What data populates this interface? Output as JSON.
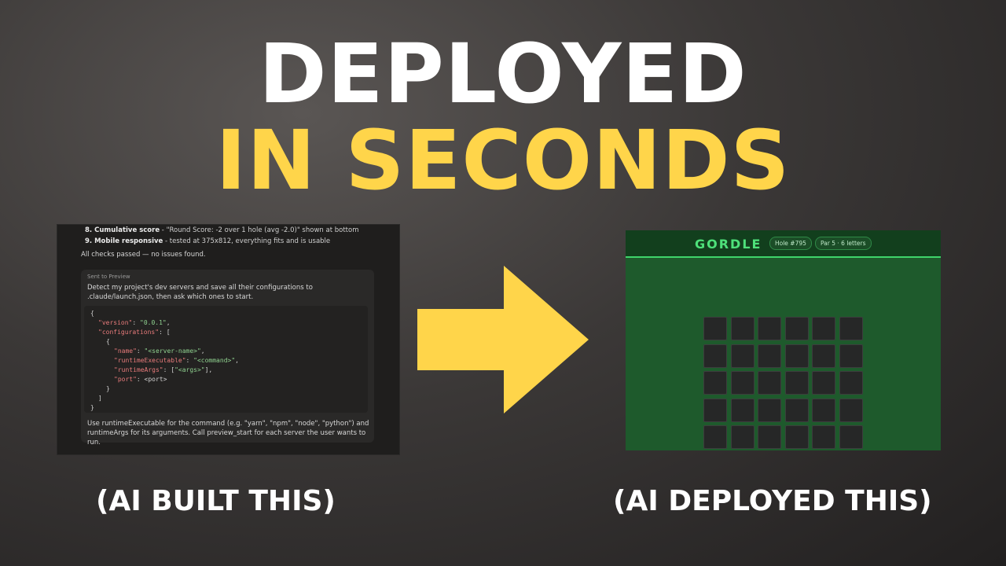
{
  "headline": {
    "line1": "DEPLOYED",
    "line2": "IN SECONDS"
  },
  "colors": {
    "accent_yellow": "#ffd54a",
    "game_green": "#1e5a2c",
    "game_title_green": "#4ee07a"
  },
  "code_panel": {
    "item8_label": "8. Cumulative score",
    "item8_text": " - \"Round Score: -2 over 1 hole (avg -2.0)\" shown at bottom",
    "item9_label": "9. Mobile responsive",
    "item9_text": " - tested at 375x812, everything fits and is usable",
    "checks_summary": "All checks passed — no issues found.",
    "sent_label": "Sent to Preview",
    "sent_text": "Detect my project's dev servers and save all their configurations to .claude/launch.json, then ask which ones to start.",
    "json": {
      "open_brace": "{",
      "version_key": "\"version\"",
      "version_value": "\"0.0.1\"",
      "configurations_key": "\"configurations\"",
      "array_open": "[",
      "obj_open": "{",
      "name_key": "\"name\"",
      "name_value": "\"<server-name>\"",
      "runtime_exec_key": "\"runtimeExecutable\"",
      "runtime_exec_value": "\"<command>\"",
      "runtime_args_key": "\"runtimeArgs\"",
      "runtime_args_value": "\"<args>\"",
      "port_key": "\"port\"",
      "port_value": "<port>",
      "obj_close": "}",
      "array_close": "]",
      "close_brace": "}"
    },
    "footer_text": "Use runtimeExecutable for the command (e.g. \"yarn\", \"npm\", \"node\", \"python\") and runtimeArgs for its arguments. Call preview_start for each server the user wants to run."
  },
  "arrow": {
    "icon": "right-arrow-icon"
  },
  "game": {
    "title": "GORDLE",
    "hole": "Hole #795",
    "par": "Par 5 · 6 letters",
    "rows": 5,
    "cols": 6
  },
  "captions": {
    "left": "(AI BUILT THIS)",
    "right": "(AI DEPLOYED THIS)"
  }
}
